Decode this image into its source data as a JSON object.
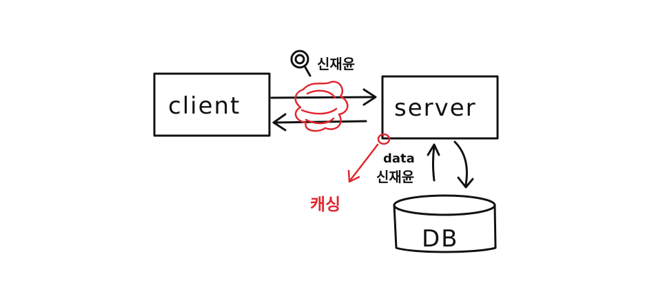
{
  "nodes": {
    "client": "client",
    "server": "server",
    "db": "DB"
  },
  "annotations": {
    "interceptor_name": "신재윤",
    "data_label": "data",
    "data_owner": "신재윤",
    "caching": "캐싱"
  },
  "colors": {
    "ink": "#111111",
    "highlight": "#e0262f"
  },
  "icons": {
    "interceptor": "magnifier-icon"
  }
}
